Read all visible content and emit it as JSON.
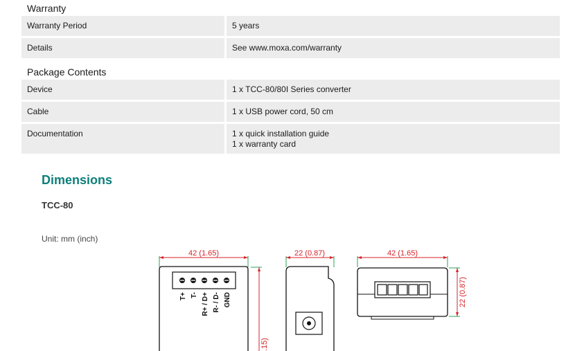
{
  "warranty": {
    "title": "Warranty",
    "rows": [
      {
        "label": "Warranty Period",
        "value": "5 years"
      },
      {
        "label": "Details",
        "value": "See www.moxa.com/warranty"
      }
    ]
  },
  "package": {
    "title": "Package Contents",
    "rows": [
      {
        "label": "Device",
        "value": "1 x TCC-80/80I Series converter"
      },
      {
        "label": "Cable",
        "value": "1 x USB power cord, 50 cm"
      },
      {
        "label": "Documentation",
        "value": "1 x quick installation guide",
        "value2": "1 x warranty card"
      }
    ]
  },
  "dimensions": {
    "title": "Dimensions",
    "model": "TCC-80",
    "unit": "Unit: mm (inch)",
    "front_width": "42 (1.65)",
    "side_width": "22 (0.87)",
    "top_width": "42 (1.65)",
    "top_height": "22 (0.87)",
    "front_height_partial": ".15)",
    "pins": [
      "T+",
      "T-",
      "R+ / D+",
      "R- / D-",
      "GND"
    ]
  },
  "colors": {
    "accent": "#0d7f7a",
    "dimension": "#d6232a",
    "extension_line": "#2aa05a",
    "row_bg": "#ececec"
  }
}
